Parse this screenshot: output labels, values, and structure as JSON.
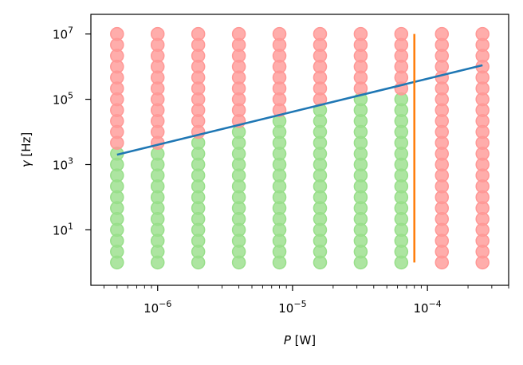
{
  "chart_data": {
    "type": "scatter",
    "title": "",
    "xlabel": "P [W]",
    "ylabel": "γ [Hz]",
    "xscale": "log",
    "yscale": "log",
    "xlim": [
      3.2e-07,
      0.0004
    ],
    "ylim": [
      0.2,
      40000000
    ],
    "x_ticks": [
      {
        "value": 1e-06,
        "base": "10",
        "exp": "−6"
      },
      {
        "value": 1e-05,
        "base": "10",
        "exp": "−5"
      },
      {
        "value": 0.0001,
        "base": "10",
        "exp": "−4"
      }
    ],
    "y_ticks": [
      {
        "value": 10,
        "base": "10",
        "exp": "1"
      },
      {
        "value": 1000,
        "base": "10",
        "exp": "3"
      },
      {
        "value": 100000,
        "base": "10",
        "exp": "5"
      },
      {
        "value": 10000000,
        "base": "10",
        "exp": "7"
      }
    ],
    "grid": false,
    "legend": "none",
    "colors": {
      "red_points": "#ff9896",
      "green_points": "#98df8a",
      "fit_line": "#1f77b4",
      "limit_line": "#ff7f0e"
    },
    "x_values": [
      5e-07,
      1e-06,
      2e-06,
      4e-06,
      8e-06,
      1.6e-05,
      3.2e-05,
      6.4e-05,
      0.000128,
      0.000256
    ],
    "y_values": [
      1,
      2.15,
      4.64,
      10,
      21.5,
      46.4,
      100,
      215,
      464,
      1000,
      2150,
      4640,
      10000,
      21500,
      46400,
      100000,
      215000,
      464000,
      1000000,
      2150000,
      4640000,
      10000000
    ],
    "series": [
      {
        "color": "#98df8a",
        "points_by_column": [
          {
            "x": 5e-07,
            "y_max": 2150
          },
          {
            "x": 1e-06,
            "y_max": 2150
          },
          {
            "x": 2e-06,
            "y_max": 4640
          },
          {
            "x": 4e-06,
            "y_max": 10000
          },
          {
            "x": 8e-06,
            "y_max": 21500
          },
          {
            "x": 1.6e-05,
            "y_max": 46400
          },
          {
            "x": 3.2e-05,
            "y_max": 100000
          },
          {
            "x": 6.4e-05,
            "y_max": 100000
          }
        ]
      },
      {
        "color": "#ff9896",
        "description_rule": "all grid points not in the green set"
      }
    ],
    "lines": [
      {
        "color": "#1f77b4",
        "x": [
          5e-07,
          0.000256
        ],
        "y": [
          2000,
          1100000
        ]
      },
      {
        "color": "#ff7f0e",
        "x": [
          8e-05,
          8e-05
        ],
        "y": [
          1,
          10000000
        ]
      }
    ]
  }
}
